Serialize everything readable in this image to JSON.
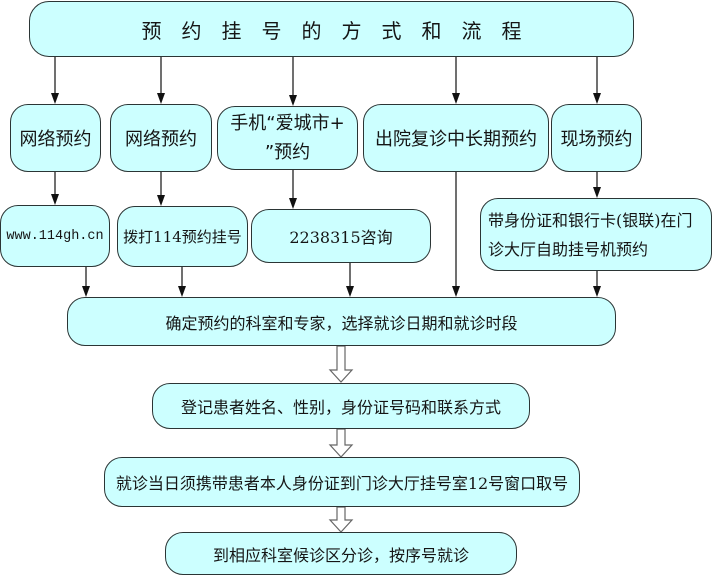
{
  "title": "预约挂号的方式和流程",
  "methods": [
    {
      "label_lines": [
        "网络预约"
      ],
      "detail_lines": [
        "www.114gh.cn"
      ]
    },
    {
      "label_lines": [
        "网络预约"
      ],
      "detail_lines": [
        "拨打114预约挂号"
      ]
    },
    {
      "label_lines": [
        "手机“爱城市+",
        "”预约"
      ],
      "detail_lines": [
        "2238315咨询"
      ]
    },
    {
      "label_lines": [
        "出院复诊中长期预约"
      ],
      "detail_lines": []
    },
    {
      "label_lines": [
        "现场预约"
      ],
      "detail_lines": [
        "带身份证和银行卡(银联)在门",
        "诊大厅自助挂号机预约"
      ]
    }
  ],
  "steps": [
    "确定预约的科室和专家，选择就诊日期和就诊时段",
    "登记患者姓名、性别，身份证号码和联系方式",
    "就诊当日须携带患者本人身份证到门诊大厅挂号室12号窗口取号",
    "到相应科室候诊区分诊，按序号就诊"
  ],
  "colors": {
    "box_fill": "#ccffff",
    "box_border": "#2b3535",
    "arrow": "#111111",
    "hollow_arrow_stroke": "#666666"
  }
}
